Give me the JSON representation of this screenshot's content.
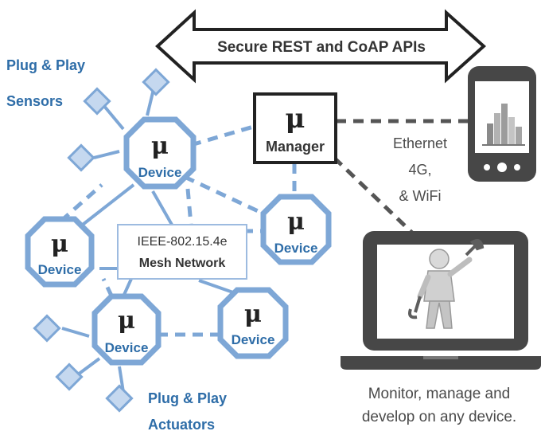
{
  "api_banner": {
    "label": "Secure REST and CoAP APIs"
  },
  "sensors_label": {
    "line1": "Plug & Play",
    "line2": "Sensors"
  },
  "actuators_label": {
    "line1": "Plug & Play",
    "line2": "Actuators"
  },
  "manager": {
    "symbol": "μ",
    "label": "Manager"
  },
  "devices": [
    {
      "symbol": "μ",
      "label": "Device"
    },
    {
      "symbol": "μ",
      "label": "Device"
    },
    {
      "symbol": "μ",
      "label": "Device"
    },
    {
      "symbol": "μ",
      "label": "Device"
    },
    {
      "symbol": "μ",
      "label": "Device"
    }
  ],
  "mesh": {
    "line1": "IEEE-802.15.4e",
    "line2": "Mesh Network"
  },
  "connectivity": {
    "line1": "Ethernet",
    "line2": "4G,",
    "line3": "& WiFi"
  },
  "caption": {
    "line1": "Monitor, manage and",
    "line2": "develop on any device."
  },
  "icons": {
    "phone": "smartphone-bar-chart-icon",
    "laptop": "laptop-wrench-figure-icon"
  },
  "colors": {
    "network_blue": "#7ea7d6",
    "node_fill": "#c5d8ef",
    "label_blue": "#2e6da8",
    "device_dark": "#4a4a4a"
  }
}
